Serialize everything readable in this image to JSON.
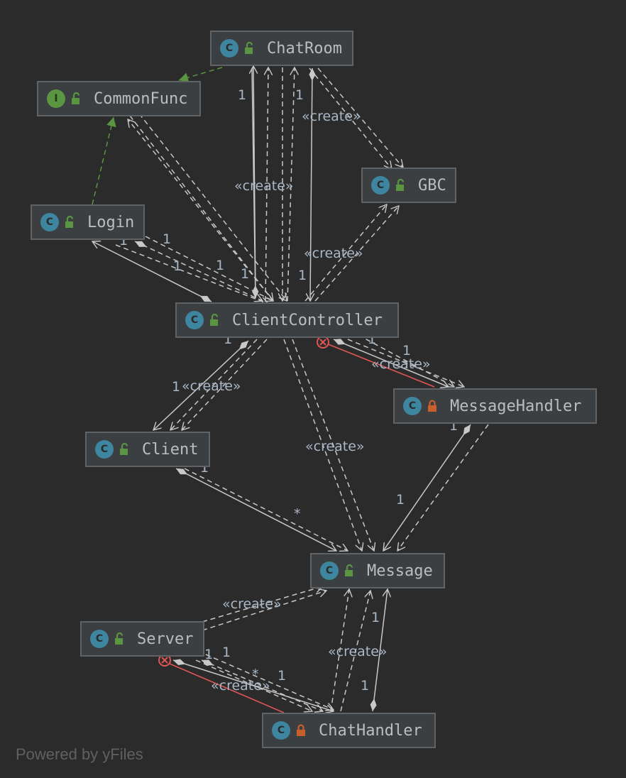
{
  "diagram": {
    "nodes": [
      {
        "id": "ChatRoom",
        "name": "ChatRoom",
        "kind": "C",
        "access": "public"
      },
      {
        "id": "CommonFunc",
        "name": "CommonFunc",
        "kind": "I",
        "access": "public"
      },
      {
        "id": "GBC",
        "name": "GBC",
        "kind": "C",
        "access": "public"
      },
      {
        "id": "Login",
        "name": "Login",
        "kind": "C",
        "access": "public"
      },
      {
        "id": "ClientController",
        "name": "ClientController",
        "kind": "C",
        "access": "public"
      },
      {
        "id": "MessageHandler",
        "name": "MessageHandler",
        "kind": "C",
        "access": "private"
      },
      {
        "id": "Client",
        "name": "Client",
        "kind": "C",
        "access": "public"
      },
      {
        "id": "Message",
        "name": "Message",
        "kind": "C",
        "access": "public"
      },
      {
        "id": "Server",
        "name": "Server",
        "kind": "C",
        "access": "public"
      },
      {
        "id": "ChatHandler",
        "name": "ChatHandler",
        "kind": "C",
        "access": "private"
      }
    ],
    "create_label": "«create»",
    "multiplicity_one": "1",
    "multiplicity_many": "*"
  },
  "colors": {
    "background": "#2b2b2b",
    "node_fill": "#3c3f41",
    "node_border": "#5f6365",
    "class_badge": "#3e86a0",
    "interface_badge": "#5a9642",
    "public_lock": "#5a9642",
    "private_lock": "#c75f2c",
    "edge": "#c8c8c8",
    "realization": "#5a9642",
    "inner_class": "#e05555",
    "label": "#a9b7c6"
  },
  "footer": {
    "text": "Powered by yFiles"
  }
}
